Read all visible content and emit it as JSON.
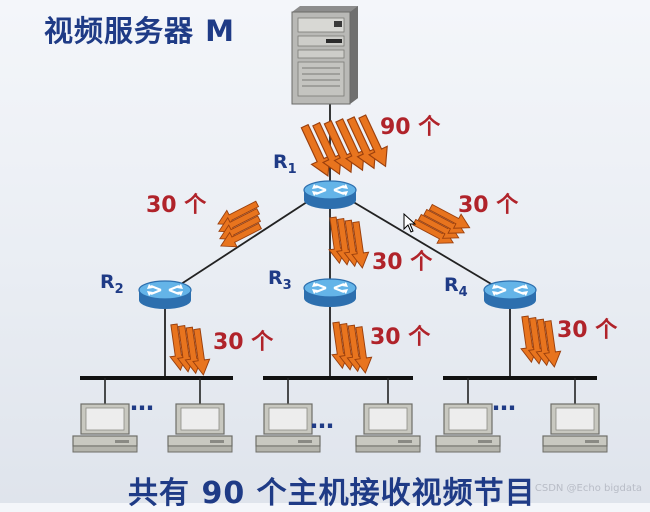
{
  "title": "视频服务器 M",
  "caption": "共有 90 个主机接收视频节目",
  "watermark": "CSDN @Echo bigdata",
  "routers": [
    {
      "id": "R1",
      "label": "R",
      "sub": "1"
    },
    {
      "id": "R2",
      "label": "R",
      "sub": "2"
    },
    {
      "id": "R3",
      "label": "R",
      "sub": "3"
    },
    {
      "id": "R4",
      "label": "R",
      "sub": "4"
    }
  ],
  "flows": [
    {
      "id": "server-to-r1",
      "text": "90 个"
    },
    {
      "id": "r1-to-r2",
      "text": "30 个"
    },
    {
      "id": "r1-to-r3",
      "text": "30 个"
    },
    {
      "id": "r1-to-r4",
      "text": "30 个"
    },
    {
      "id": "r2-to-lan",
      "text": "30 个"
    },
    {
      "id": "r3-to-lan",
      "text": "30 个"
    },
    {
      "id": "r4-to-lan",
      "text": "30 个"
    }
  ],
  "ellipsis": "…",
  "colors": {
    "title": "#1f3b86",
    "count_text": "#b0232a",
    "arrow_fill": "#e8741e",
    "arrow_stroke": "#9a3f0d",
    "router_top": "#64b4e8",
    "router_side": "#2d6fae"
  }
}
